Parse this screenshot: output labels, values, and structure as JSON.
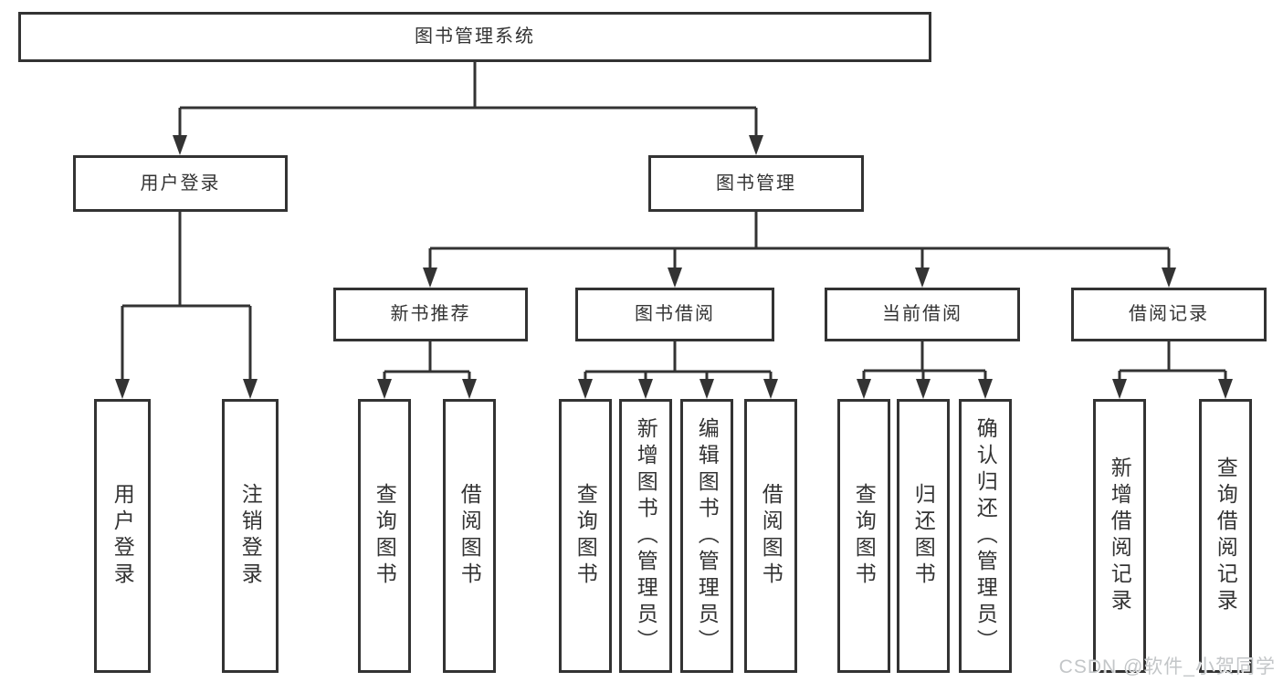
{
  "diagram": {
    "root": {
      "label": "图书管理系统"
    },
    "level2": {
      "user_login": {
        "label": "用户登录",
        "leaves": [
          {
            "label": "用户登录"
          },
          {
            "label": "注销登录"
          }
        ]
      },
      "book_mgmt": {
        "label": "图书管理"
      }
    },
    "level3": {
      "new_book_rec": {
        "label": "新书推荐",
        "leaves": [
          {
            "label": "查询图书"
          },
          {
            "label": "借阅图书"
          }
        ]
      },
      "book_borrow": {
        "label": "图书借阅",
        "leaves": [
          {
            "label": "查询图书"
          },
          {
            "label": "新增图书（管理员）"
          },
          {
            "label": "编辑图书（管理员）"
          },
          {
            "label": "借阅图书"
          }
        ]
      },
      "current_borrow": {
        "label": "当前借阅",
        "leaves": [
          {
            "label": "查询图书"
          },
          {
            "label": "归还图书"
          },
          {
            "label": "确认归还（管理员）"
          }
        ]
      },
      "borrow_record": {
        "label": "借阅记录",
        "leaves": [
          {
            "label": "新增借阅记录"
          },
          {
            "label": "查询借阅记录"
          }
        ]
      }
    },
    "colors": {
      "line": "#333333",
      "text": "#333333",
      "box_bg": "#ffffff",
      "watermark": "#c3c6c8"
    },
    "watermark": "CSDN @软件_小贺同学"
  }
}
